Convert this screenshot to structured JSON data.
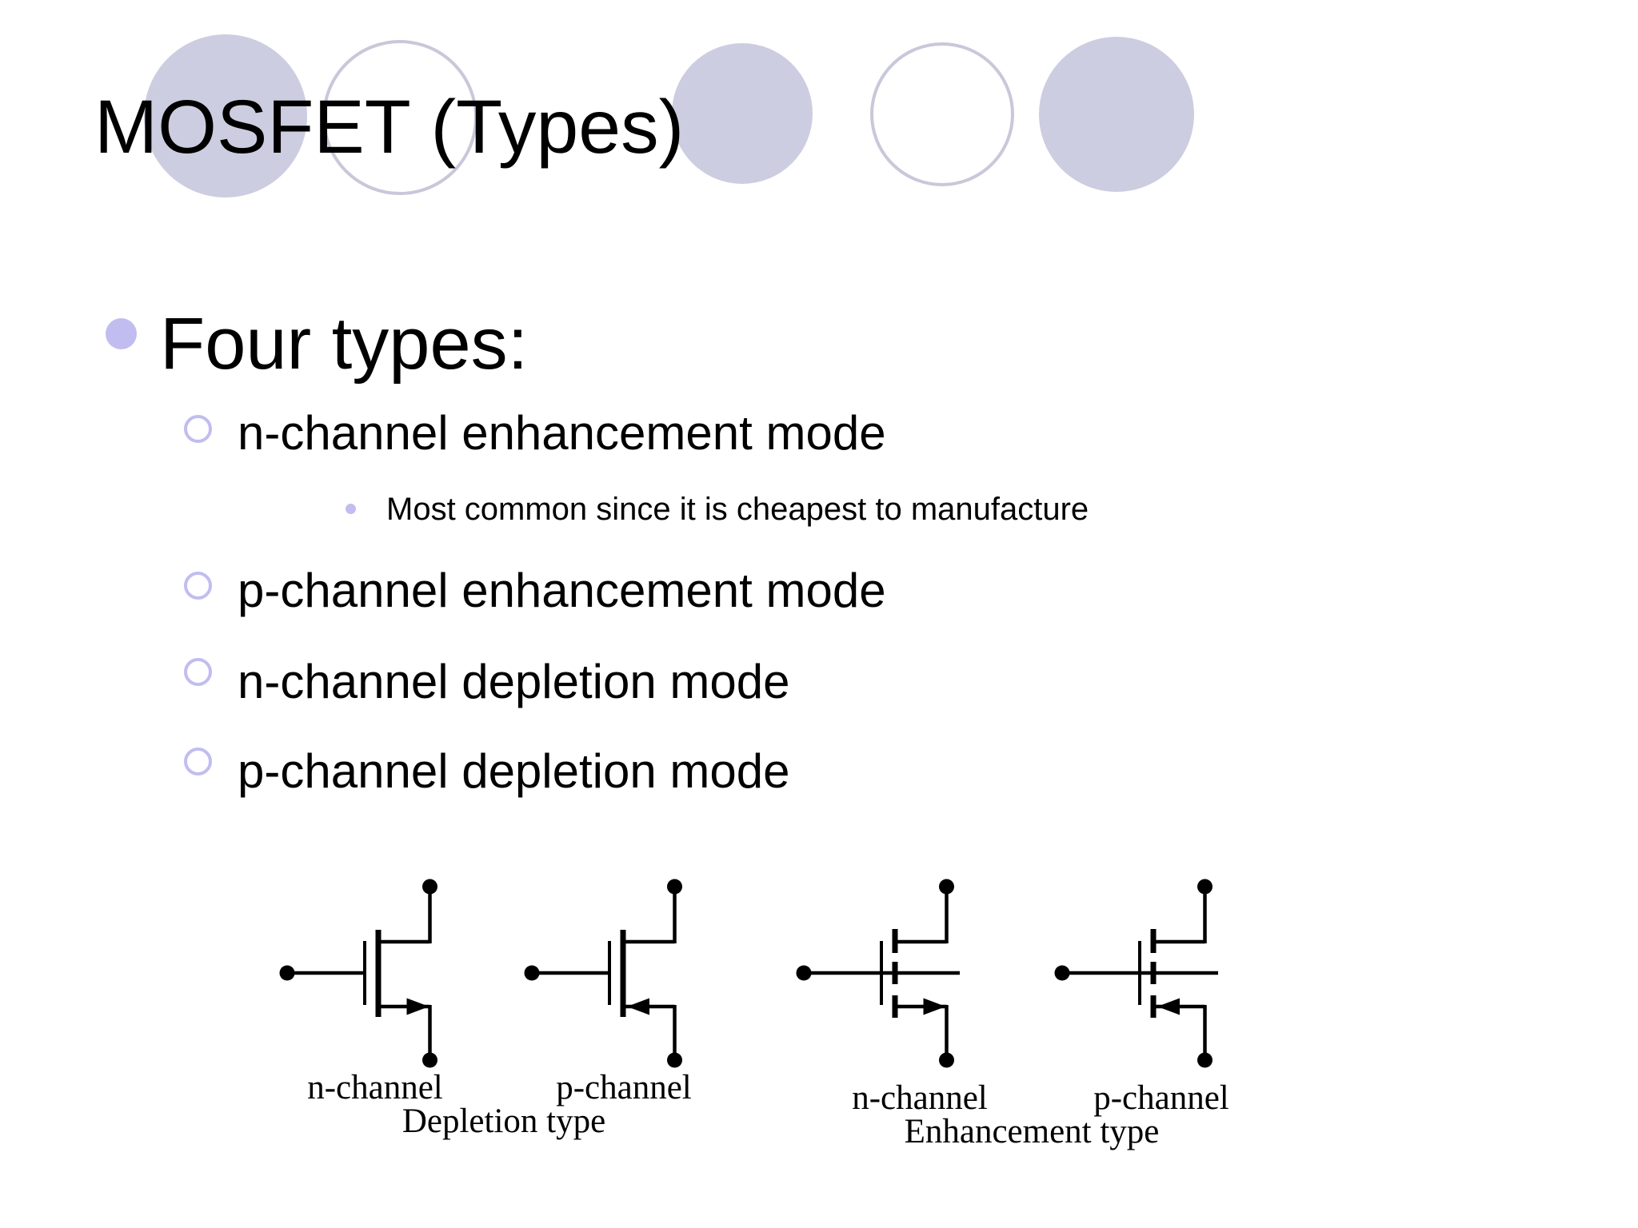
{
  "slide": {
    "title": "MOSFET (Types)",
    "colors": {
      "accent_bullet": "#c1bdf0",
      "decorative_circle_fill": "#cdcde1",
      "decorative_circle_outline": "#c8c8da",
      "text": "#000000",
      "background": "#ffffff"
    },
    "bullet_main": "Four types:",
    "list": [
      {
        "text": "n-channel enhancement mode"
      },
      {
        "text": "Most common since it is cheapest to manufacture"
      },
      {
        "text": "p-channel enhancement mode"
      },
      {
        "text": "n-channel depletion mode"
      },
      {
        "text": "p-channel depletion mode"
      }
    ],
    "figure": {
      "symbol_labels": [
        "n-channel",
        "p-channel",
        "n-channel",
        "p-channel"
      ],
      "group_captions": [
        "Depletion type",
        "Enhancement type"
      ]
    }
  }
}
